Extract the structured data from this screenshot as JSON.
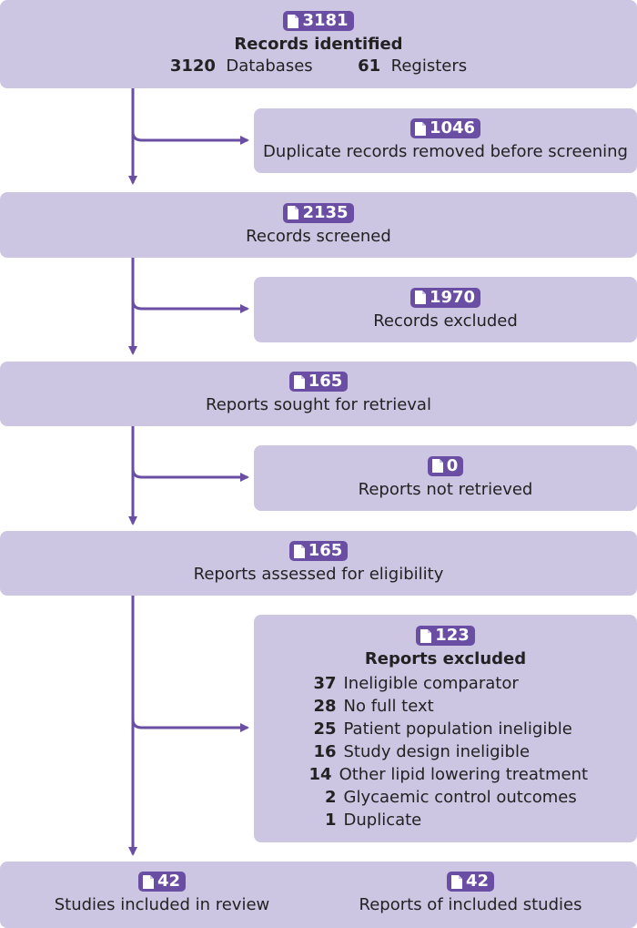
{
  "colors": {
    "box_fill": "#cdc6e3",
    "accent": "#6a4ea3",
    "text": "#222222"
  },
  "identified": {
    "count": "3181",
    "label": "Records identified",
    "databases": {
      "count": "3120",
      "label": "Databases"
    },
    "registers": {
      "count": "61",
      "label": "Registers"
    }
  },
  "duplicates": {
    "count": "1046",
    "label": "Duplicate records removed before screening"
  },
  "screened": {
    "count": "2135",
    "label": "Records screened"
  },
  "excluded": {
    "count": "1970",
    "label": "Records excluded"
  },
  "sought": {
    "count": "165",
    "label": "Reports sought for retrieval"
  },
  "not_retrieved": {
    "count": "0",
    "label": "Reports not retrieved"
  },
  "assessed": {
    "count": "165",
    "label": "Reports assessed for eligibility"
  },
  "reports_excluded": {
    "count": "123",
    "label": "Reports excluded",
    "reasons": [
      {
        "n": "37",
        "text": "Ineligible comparator"
      },
      {
        "n": "28",
        "text": "No full text"
      },
      {
        "n": "25",
        "text": "Patient population ineligible"
      },
      {
        "n": "16",
        "text": "Study design ineligible"
      },
      {
        "n": "14",
        "text": "Other lipid lowering treatment"
      },
      {
        "n": "2",
        "text": "Glycaemic control outcomes"
      },
      {
        "n": "1",
        "text": "Duplicate"
      }
    ]
  },
  "included": {
    "studies": {
      "count": "42",
      "label": "Studies included in review"
    },
    "reports": {
      "count": "42",
      "label": "Reports of included studies"
    }
  }
}
